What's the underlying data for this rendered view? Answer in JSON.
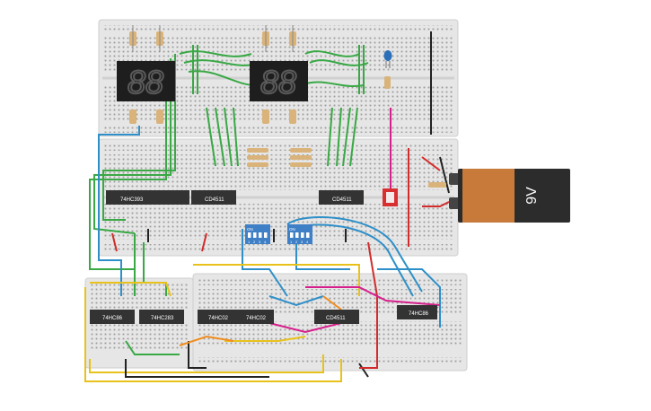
{
  "chips": {
    "c1": "74HC393",
    "c2": "CD4511",
    "c3": "CD4511",
    "c4": "74HC86",
    "c5": "74HC283",
    "c6": "74HC02",
    "c7": "74HC02",
    "c8": "CD4511",
    "c9": "74HC86"
  },
  "dip": {
    "on_label": "ON",
    "pins": [
      "1",
      "2",
      "3",
      "4"
    ]
  },
  "displays": {
    "left": "88",
    "right": "88"
  },
  "battery": {
    "label": "9V"
  },
  "colors": {
    "board": "#e6e6e6",
    "chip": "#333333",
    "dip": "#3f7fc6",
    "display": "#1e1e1e",
    "wire_green": "#39a845",
    "wire_blue": "#2f8fc8",
    "wire_yellow": "#e8c21b",
    "wire_black": "#222222",
    "wire_red": "#d22b2b",
    "wire_pink": "#d61f8c",
    "wire_orange": "#f08c1e",
    "battery": "#c87a3a",
    "button": "#d83030"
  }
}
